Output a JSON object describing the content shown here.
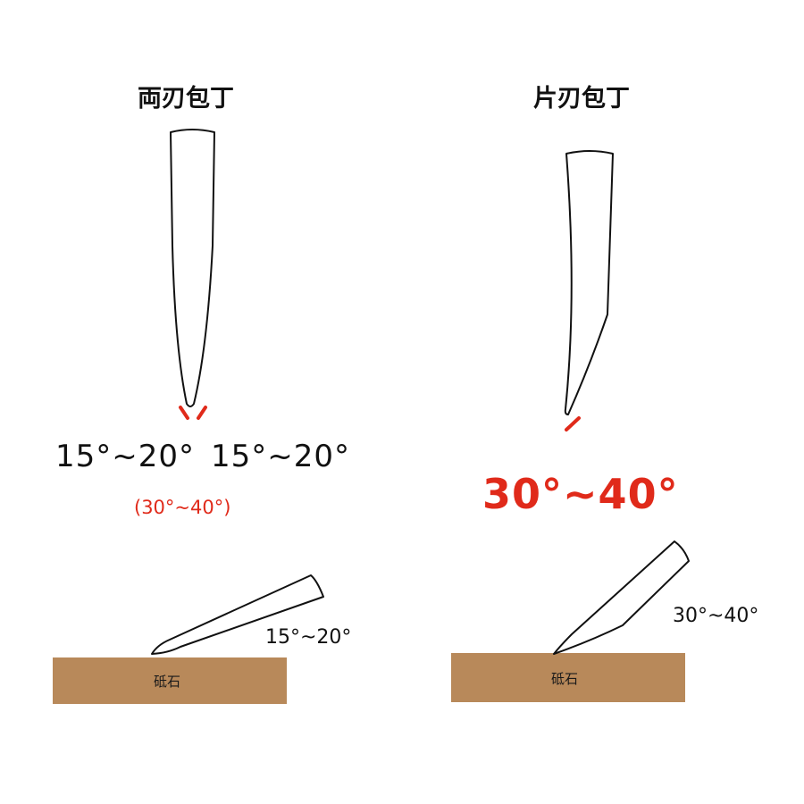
{
  "colors": {
    "accent_red": "#e02a1a",
    "whetstone": "#b8895a",
    "blade_stroke": "#111111"
  },
  "left": {
    "title": "両刃包丁",
    "angle_left": "15°~20°",
    "angle_right": "15°~20°",
    "total_angle": "(30°~40°)",
    "sharpen_angle": "15°~20°",
    "stone_label": "砥石"
  },
  "right": {
    "title": "片刃包丁",
    "total_angle": "30°~40°",
    "sharpen_angle": "30°~40°",
    "stone_label": "砥石"
  }
}
